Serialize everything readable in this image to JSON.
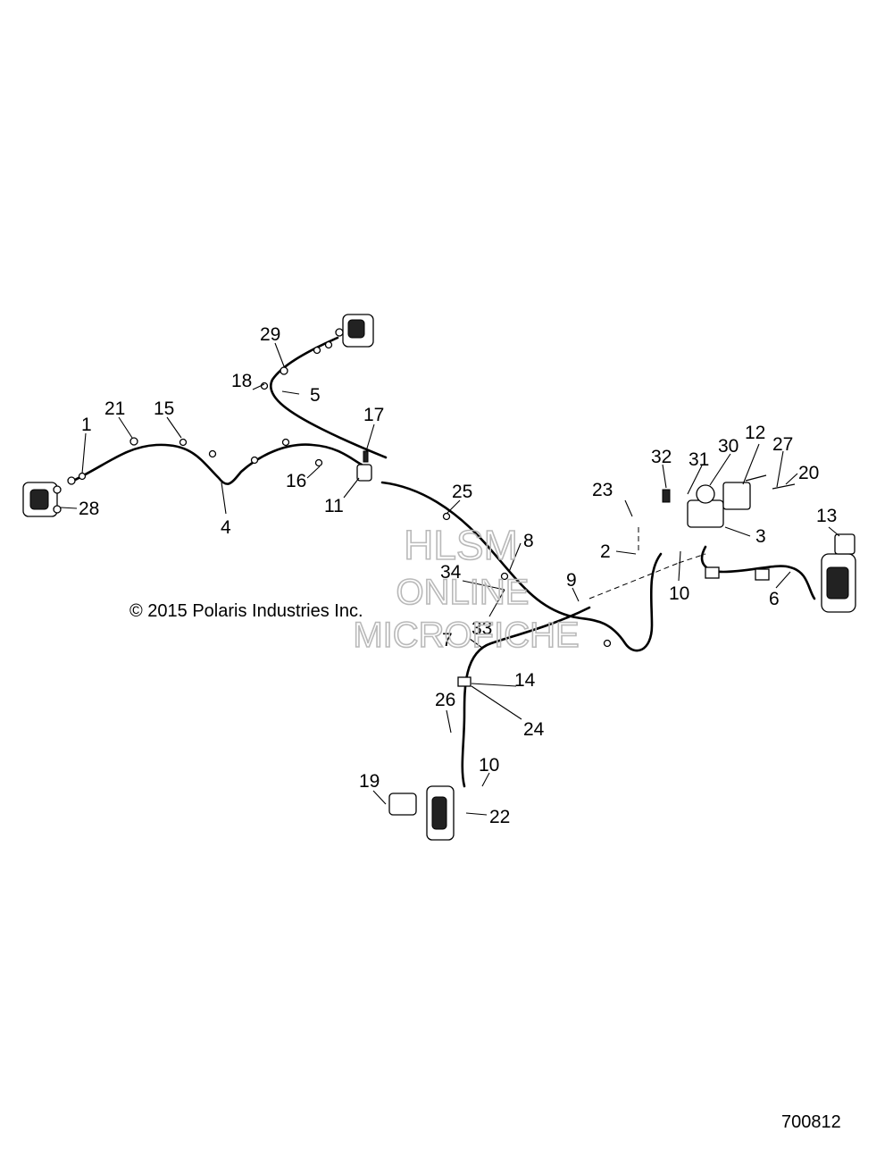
{
  "callouts": [
    {
      "id": "c1",
      "label": "1"
    },
    {
      "id": "c2",
      "label": "2"
    },
    {
      "id": "c3",
      "label": "3"
    },
    {
      "id": "c4",
      "label": "4"
    },
    {
      "id": "c5",
      "label": "5"
    },
    {
      "id": "c6",
      "label": "6"
    },
    {
      "id": "c7",
      "label": "7"
    },
    {
      "id": "c8",
      "label": "8"
    },
    {
      "id": "c9",
      "label": "9"
    },
    {
      "id": "c10a",
      "label": "10"
    },
    {
      "id": "c10b",
      "label": "10"
    },
    {
      "id": "c11",
      "label": "11"
    },
    {
      "id": "c12",
      "label": "12"
    },
    {
      "id": "c13",
      "label": "13"
    },
    {
      "id": "c14",
      "label": "14"
    },
    {
      "id": "c15",
      "label": "15"
    },
    {
      "id": "c16",
      "label": "16"
    },
    {
      "id": "c17",
      "label": "17"
    },
    {
      "id": "c18",
      "label": "18"
    },
    {
      "id": "c19",
      "label": "19"
    },
    {
      "id": "c20",
      "label": "20"
    },
    {
      "id": "c21",
      "label": "21"
    },
    {
      "id": "c22",
      "label": "22"
    },
    {
      "id": "c23",
      "label": "23"
    },
    {
      "id": "c24",
      "label": "24"
    },
    {
      "id": "c25",
      "label": "25"
    },
    {
      "id": "c26",
      "label": "26"
    },
    {
      "id": "c27",
      "label": "27"
    },
    {
      "id": "c28",
      "label": "28"
    },
    {
      "id": "c29",
      "label": "29"
    },
    {
      "id": "c30",
      "label": "30"
    },
    {
      "id": "c31",
      "label": "31"
    },
    {
      "id": "c32",
      "label": "32"
    },
    {
      "id": "c33",
      "label": "33"
    },
    {
      "id": "c34",
      "label": "34"
    }
  ],
  "copyright": "© 2015 Polaris Industries Inc.",
  "drawing_number": "700812",
  "watermark": {
    "line1": "HLSM",
    "line2": "ONLINE",
    "line3": "MICROFICHE"
  }
}
